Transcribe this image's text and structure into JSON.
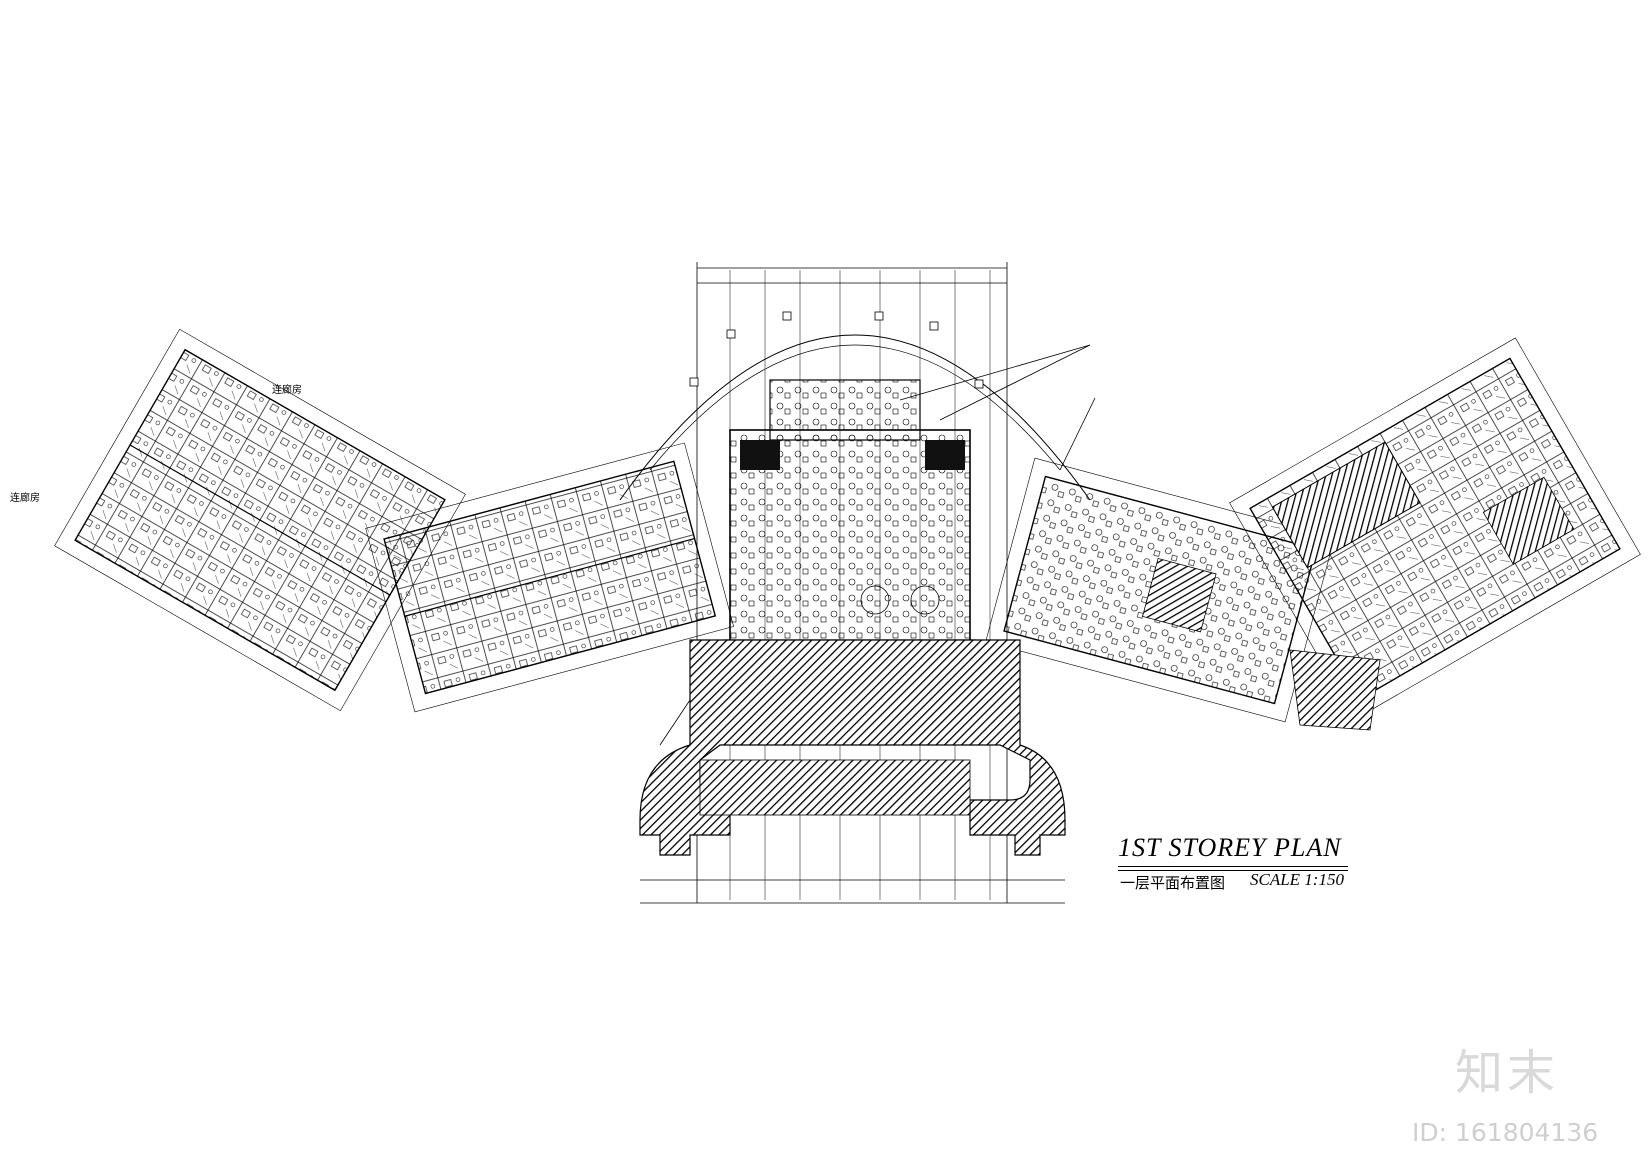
{
  "drawing": {
    "title": "1ST STOREY PLAN",
    "subtitle": "一层平面布置图",
    "scale": "SCALE 1:150",
    "room_labels": [
      "连廊房",
      "连廊房"
    ],
    "colors": {
      "line": "#000000",
      "background": "#ffffff",
      "watermark": "#d0d0d0"
    }
  },
  "watermark": {
    "logo": "知末",
    "id": "ID: 161804136"
  }
}
